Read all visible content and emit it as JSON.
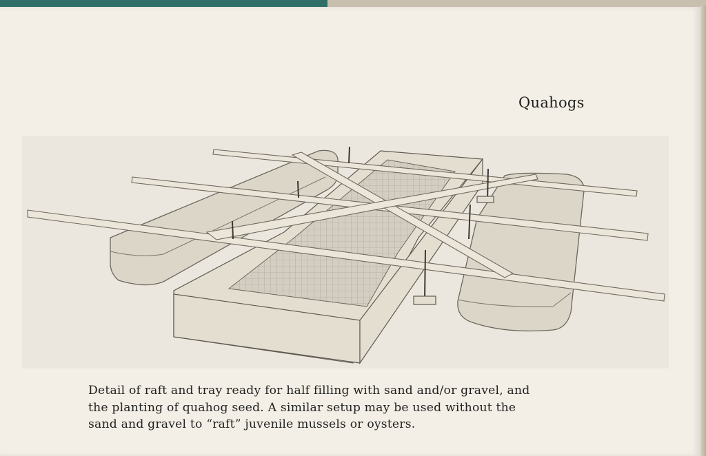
{
  "running_head": "Quahogs",
  "caption_lines": [
    "Detail of raft and tray ready for half filling with sand and/or gravel, and",
    "the planting of quahog seed.  A similar setup may be used without the",
    "sand and gravel to “raft” juvenile mussels or oysters."
  ],
  "figure": {
    "subject": "pencil illustration of a raft with two log floats, crossed boards and a screened tray"
  }
}
